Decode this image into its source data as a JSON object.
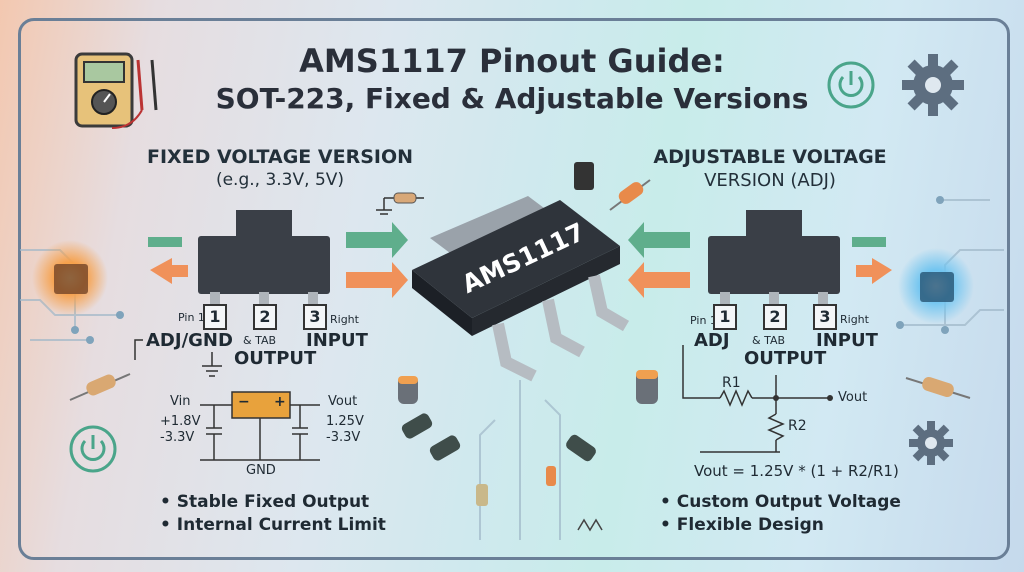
{
  "title": {
    "line1": "AMS1117 Pinout Guide:",
    "line2": "SOT-223, Fixed & Adjustable Versions"
  },
  "chip_label": "AMS1117",
  "fixed": {
    "heading": "FIXED VOLTAGE VERSION",
    "subheading": "(e.g., 3.3V, 5V)",
    "pin1_caption": "Pin 1",
    "pin1_label": "ADJ/GND",
    "pin2_caption": "& TAB",
    "pin2_label": "OUTPUT",
    "pin3_caption": "Right",
    "pin3_label": "INPUT",
    "pin_numbers": [
      "1",
      "2",
      "3"
    ],
    "vin_label": "Vin",
    "vin_range": [
      "+1.8V",
      "-3.3V"
    ],
    "vout_label": "Vout",
    "vout_range": [
      "1.25V",
      "-3.3V"
    ],
    "gnd_label": "GND",
    "regulator_minus": "−",
    "regulator_plus": "+",
    "bullets": [
      "Stable Fixed Output",
      "Internal Current Limit"
    ]
  },
  "adjustable": {
    "heading": "ADJUSTABLE VOLTAGE",
    "subheading": "VERSION (ADJ)",
    "pin1_caption": "Pin 1",
    "pin1_label": "ADJ",
    "pin2_caption": "& TAB",
    "pin2_label": "OUTPUT",
    "pin3_caption": "Right",
    "pin3_label": "INPUT",
    "pin_numbers": [
      "1",
      "2",
      "3"
    ],
    "r1_label": "R1",
    "r2_label": "R2",
    "vout_label": "Vout",
    "formula": "Vout = 1.25V * (1 + R2/R1)",
    "bullets": [
      "Custom Output Voltage",
      "Flexible Design"
    ]
  },
  "colors": {
    "arrow_green": "#5fae8c",
    "arrow_orange": "#f0915a",
    "chip": "#3a3f47",
    "title": "#2a2f3a",
    "regulator": "#e8a23c"
  },
  "icons": [
    "multimeter-icon",
    "power-icon",
    "gear-icon",
    "circuit-glow",
    "resistor-icon",
    "capacitor-icon",
    "ground-symbol"
  ]
}
